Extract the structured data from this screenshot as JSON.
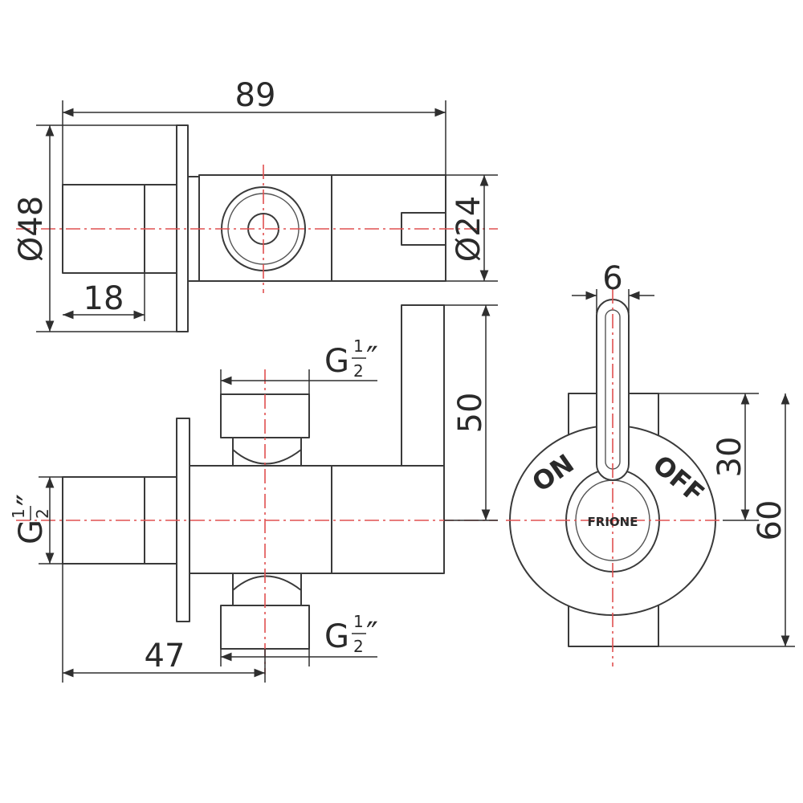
{
  "dimensions": {
    "overall_length": "89",
    "flange_diameter": "Ø48",
    "outlet_diameter": "Ø24",
    "thread_length": "18",
    "handle_height": "50",
    "side_offset": "47",
    "handle_width": "6",
    "half_height": "30",
    "total_height": "60"
  },
  "threads": {
    "top_outlet": {
      "letter": "G",
      "num": "1",
      "den": "2",
      "mark": "″"
    },
    "bottom_outlet": {
      "letter": "G",
      "num": "1",
      "den": "2",
      "mark": "″"
    },
    "inlet": {
      "letter": "G",
      "num": "1",
      "den": "2",
      "mark": "″"
    }
  },
  "labels": {
    "on": "ON",
    "off": "OFF",
    "brand": "FRIONE"
  },
  "colors": {
    "outline": "#3a3a3a",
    "centerline": "#e05050"
  }
}
